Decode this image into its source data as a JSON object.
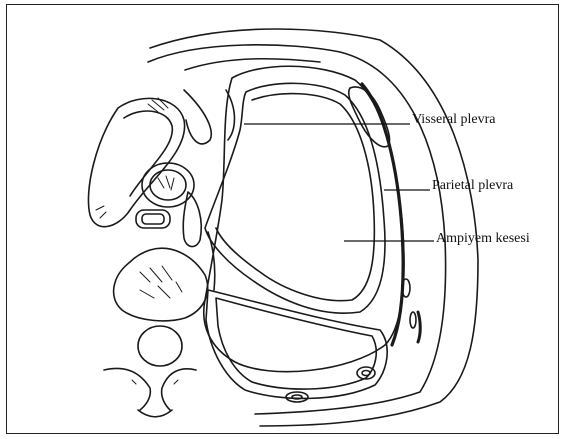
{
  "figure": {
    "labels": {
      "visceral_pleura": "Visseral plevra",
      "parietal_pleura": "Parietal plevra",
      "empyema_sac": "Ampiyem kesesi"
    }
  }
}
